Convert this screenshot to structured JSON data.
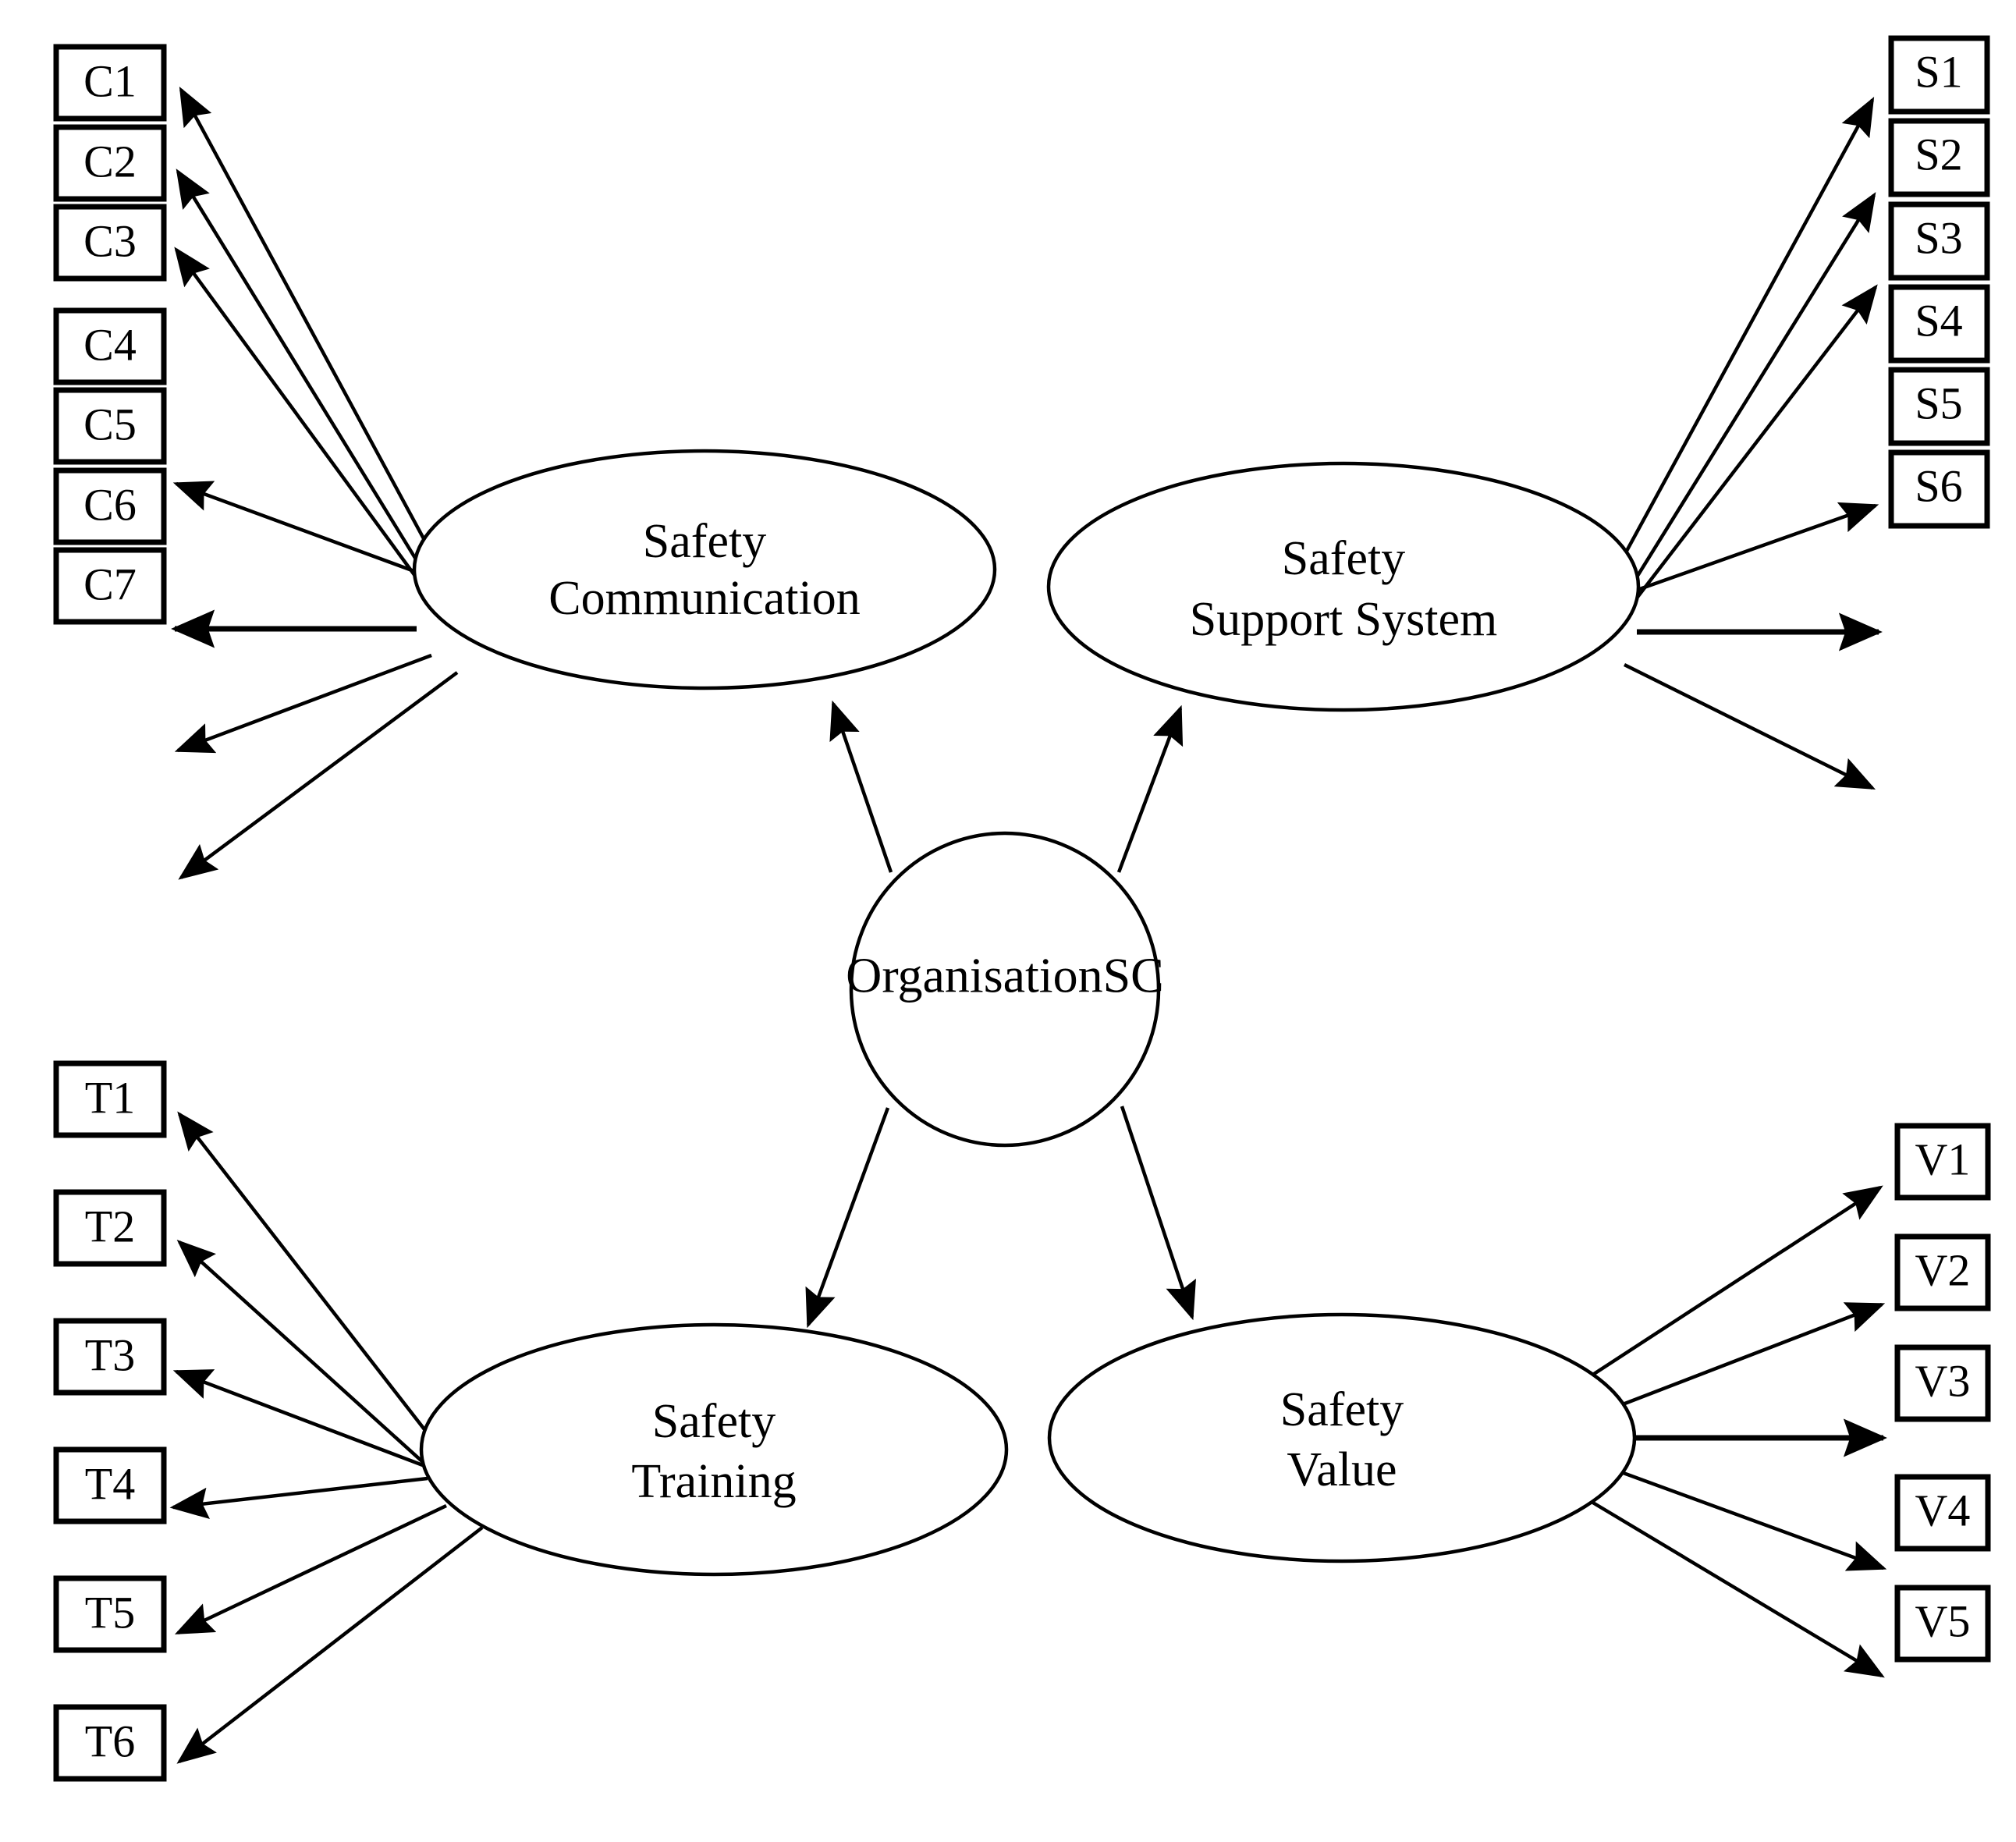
{
  "diagram": {
    "type": "structural-equation-model-path-diagram",
    "background_color": "#ffffff",
    "line_color": "#000000"
  },
  "latent_variables": {
    "center": {
      "id": "organisation-sc",
      "label": "OrganisationSC",
      "label_lines": [
        "OrganisationSC"
      ]
    },
    "safety_communication": {
      "id": "safety-communication",
      "label": "Safety Communication",
      "label_lines": [
        "Safety",
        "Communication"
      ]
    },
    "safety_support_system": {
      "id": "safety-support-system",
      "label": "Safety Support System",
      "label_lines": [
        "Safety",
        "Support System"
      ]
    },
    "safety_training": {
      "id": "safety-training",
      "label": "Safety Training",
      "label_lines": [
        "Safety",
        "Training"
      ]
    },
    "safety_value": {
      "id": "safety-value",
      "label": "Safety Value",
      "label_lines": [
        "Safety",
        "Value"
      ]
    }
  },
  "indicators": {
    "communication": [
      "C1",
      "C2",
      "C3",
      "C4",
      "C5",
      "C6",
      "C7"
    ],
    "support_system": [
      "S1",
      "S2",
      "S3",
      "S4",
      "S5",
      "S6"
    ],
    "training": [
      "T1",
      "T2",
      "T3",
      "T4",
      "T5",
      "T6"
    ],
    "value": [
      "V1",
      "V2",
      "V3",
      "V4",
      "V5"
    ]
  },
  "chart_data": {
    "type": "diagram",
    "title": "",
    "nodes": [
      {
        "id": "organisation-sc",
        "label": "OrganisationSC",
        "shape": "ellipse",
        "role": "second-order-latent"
      },
      {
        "id": "safety-communication",
        "label": "Safety Communication",
        "shape": "ellipse",
        "role": "first-order-latent"
      },
      {
        "id": "safety-support-system",
        "label": "Safety Support System",
        "shape": "ellipse",
        "role": "first-order-latent"
      },
      {
        "id": "safety-training",
        "label": "Safety Training",
        "shape": "ellipse",
        "role": "first-order-latent"
      },
      {
        "id": "safety-value",
        "label": "Safety Value",
        "shape": "ellipse",
        "role": "first-order-latent"
      },
      {
        "id": "C1",
        "label": "C1",
        "shape": "rectangle",
        "role": "observed-indicator"
      },
      {
        "id": "C2",
        "label": "C2",
        "shape": "rectangle",
        "role": "observed-indicator"
      },
      {
        "id": "C3",
        "label": "C3",
        "shape": "rectangle",
        "role": "observed-indicator"
      },
      {
        "id": "C4",
        "label": "C4",
        "shape": "rectangle",
        "role": "observed-indicator"
      },
      {
        "id": "C5",
        "label": "C5",
        "shape": "rectangle",
        "role": "observed-indicator"
      },
      {
        "id": "C6",
        "label": "C6",
        "shape": "rectangle",
        "role": "observed-indicator"
      },
      {
        "id": "C7",
        "label": "C7",
        "shape": "rectangle",
        "role": "observed-indicator"
      },
      {
        "id": "S1",
        "label": "S1",
        "shape": "rectangle",
        "role": "observed-indicator"
      },
      {
        "id": "S2",
        "label": "S2",
        "shape": "rectangle",
        "role": "observed-indicator"
      },
      {
        "id": "S3",
        "label": "S3",
        "shape": "rectangle",
        "role": "observed-indicator"
      },
      {
        "id": "S4",
        "label": "S4",
        "shape": "rectangle",
        "role": "observed-indicator"
      },
      {
        "id": "S5",
        "label": "S5",
        "shape": "rectangle",
        "role": "observed-indicator"
      },
      {
        "id": "S6",
        "label": "S6",
        "shape": "rectangle",
        "role": "observed-indicator"
      },
      {
        "id": "T1",
        "label": "T1",
        "shape": "rectangle",
        "role": "observed-indicator"
      },
      {
        "id": "T2",
        "label": "T2",
        "shape": "rectangle",
        "role": "observed-indicator"
      },
      {
        "id": "T3",
        "label": "T3",
        "shape": "rectangle",
        "role": "observed-indicator"
      },
      {
        "id": "T4",
        "label": "T4",
        "shape": "rectangle",
        "role": "observed-indicator"
      },
      {
        "id": "T5",
        "label": "T5",
        "shape": "rectangle",
        "role": "observed-indicator"
      },
      {
        "id": "T6",
        "label": "T6",
        "shape": "rectangle",
        "role": "observed-indicator"
      },
      {
        "id": "V1",
        "label": "V1",
        "shape": "rectangle",
        "role": "observed-indicator"
      },
      {
        "id": "V2",
        "label": "V2",
        "shape": "rectangle",
        "role": "observed-indicator"
      },
      {
        "id": "V3",
        "label": "V3",
        "shape": "rectangle",
        "role": "observed-indicator"
      },
      {
        "id": "V4",
        "label": "V4",
        "shape": "rectangle",
        "role": "observed-indicator"
      },
      {
        "id": "V5",
        "label": "V5",
        "shape": "rectangle",
        "role": "observed-indicator"
      }
    ],
    "edges": [
      {
        "from": "organisation-sc",
        "to": "safety-communication",
        "arrow": "single"
      },
      {
        "from": "organisation-sc",
        "to": "safety-support-system",
        "arrow": "single"
      },
      {
        "from": "organisation-sc",
        "to": "safety-training",
        "arrow": "single"
      },
      {
        "from": "organisation-sc",
        "to": "safety-value",
        "arrow": "single"
      },
      {
        "from": "safety-communication",
        "to": "C1",
        "arrow": "single"
      },
      {
        "from": "safety-communication",
        "to": "C2",
        "arrow": "single"
      },
      {
        "from": "safety-communication",
        "to": "C3",
        "arrow": "single"
      },
      {
        "from": "safety-communication",
        "to": "C4",
        "arrow": "single"
      },
      {
        "from": "safety-communication",
        "to": "C5",
        "arrow": "single"
      },
      {
        "from": "safety-communication",
        "to": "C6",
        "arrow": "single"
      },
      {
        "from": "safety-communication",
        "to": "C7",
        "arrow": "single"
      },
      {
        "from": "safety-support-system",
        "to": "S1",
        "arrow": "single"
      },
      {
        "from": "safety-support-system",
        "to": "S2",
        "arrow": "single"
      },
      {
        "from": "safety-support-system",
        "to": "S3",
        "arrow": "single"
      },
      {
        "from": "safety-support-system",
        "to": "S4",
        "arrow": "single"
      },
      {
        "from": "safety-support-system",
        "to": "S5",
        "arrow": "single"
      },
      {
        "from": "safety-support-system",
        "to": "S6",
        "arrow": "single"
      },
      {
        "from": "safety-training",
        "to": "T1",
        "arrow": "single"
      },
      {
        "from": "safety-training",
        "to": "T2",
        "arrow": "single"
      },
      {
        "from": "safety-training",
        "to": "T3",
        "arrow": "single"
      },
      {
        "from": "safety-training",
        "to": "T4",
        "arrow": "single"
      },
      {
        "from": "safety-training",
        "to": "T5",
        "arrow": "single"
      },
      {
        "from": "safety-training",
        "to": "T6",
        "arrow": "single"
      },
      {
        "from": "safety-value",
        "to": "V1",
        "arrow": "single"
      },
      {
        "from": "safety-value",
        "to": "V2",
        "arrow": "single"
      },
      {
        "from": "safety-value",
        "to": "V3",
        "arrow": "single"
      },
      {
        "from": "safety-value",
        "to": "V4",
        "arrow": "single"
      },
      {
        "from": "safety-value",
        "to": "V5",
        "arrow": "single"
      }
    ]
  }
}
